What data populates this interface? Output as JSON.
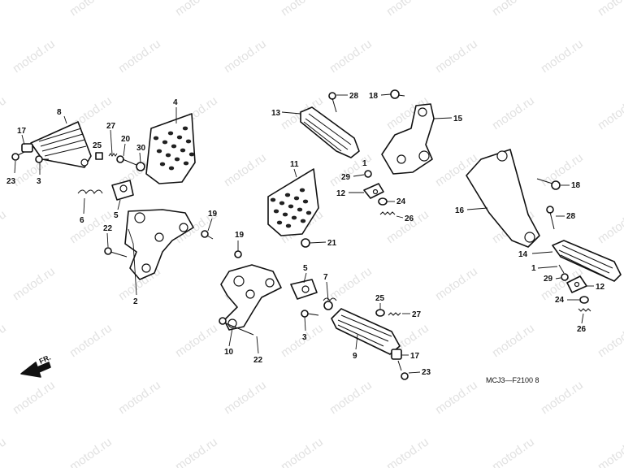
{
  "watermark": "motod.ru",
  "diagram_code": "MCJ3—F2100 8",
  "direction_label": "FR.",
  "callouts": [
    "1",
    "2",
    "3",
    "4",
    "5",
    "6",
    "7",
    "8",
    "9",
    "10",
    "11",
    "12",
    "13",
    "14",
    "15",
    "16",
    "17",
    "18",
    "19",
    "20",
    "21",
    "22",
    "23",
    "24",
    "25",
    "26",
    "27",
    "28",
    "29",
    "30"
  ],
  "colors": {
    "line": "#111111",
    "watermark": "#c9c9c9",
    "background": "#ffffff"
  }
}
